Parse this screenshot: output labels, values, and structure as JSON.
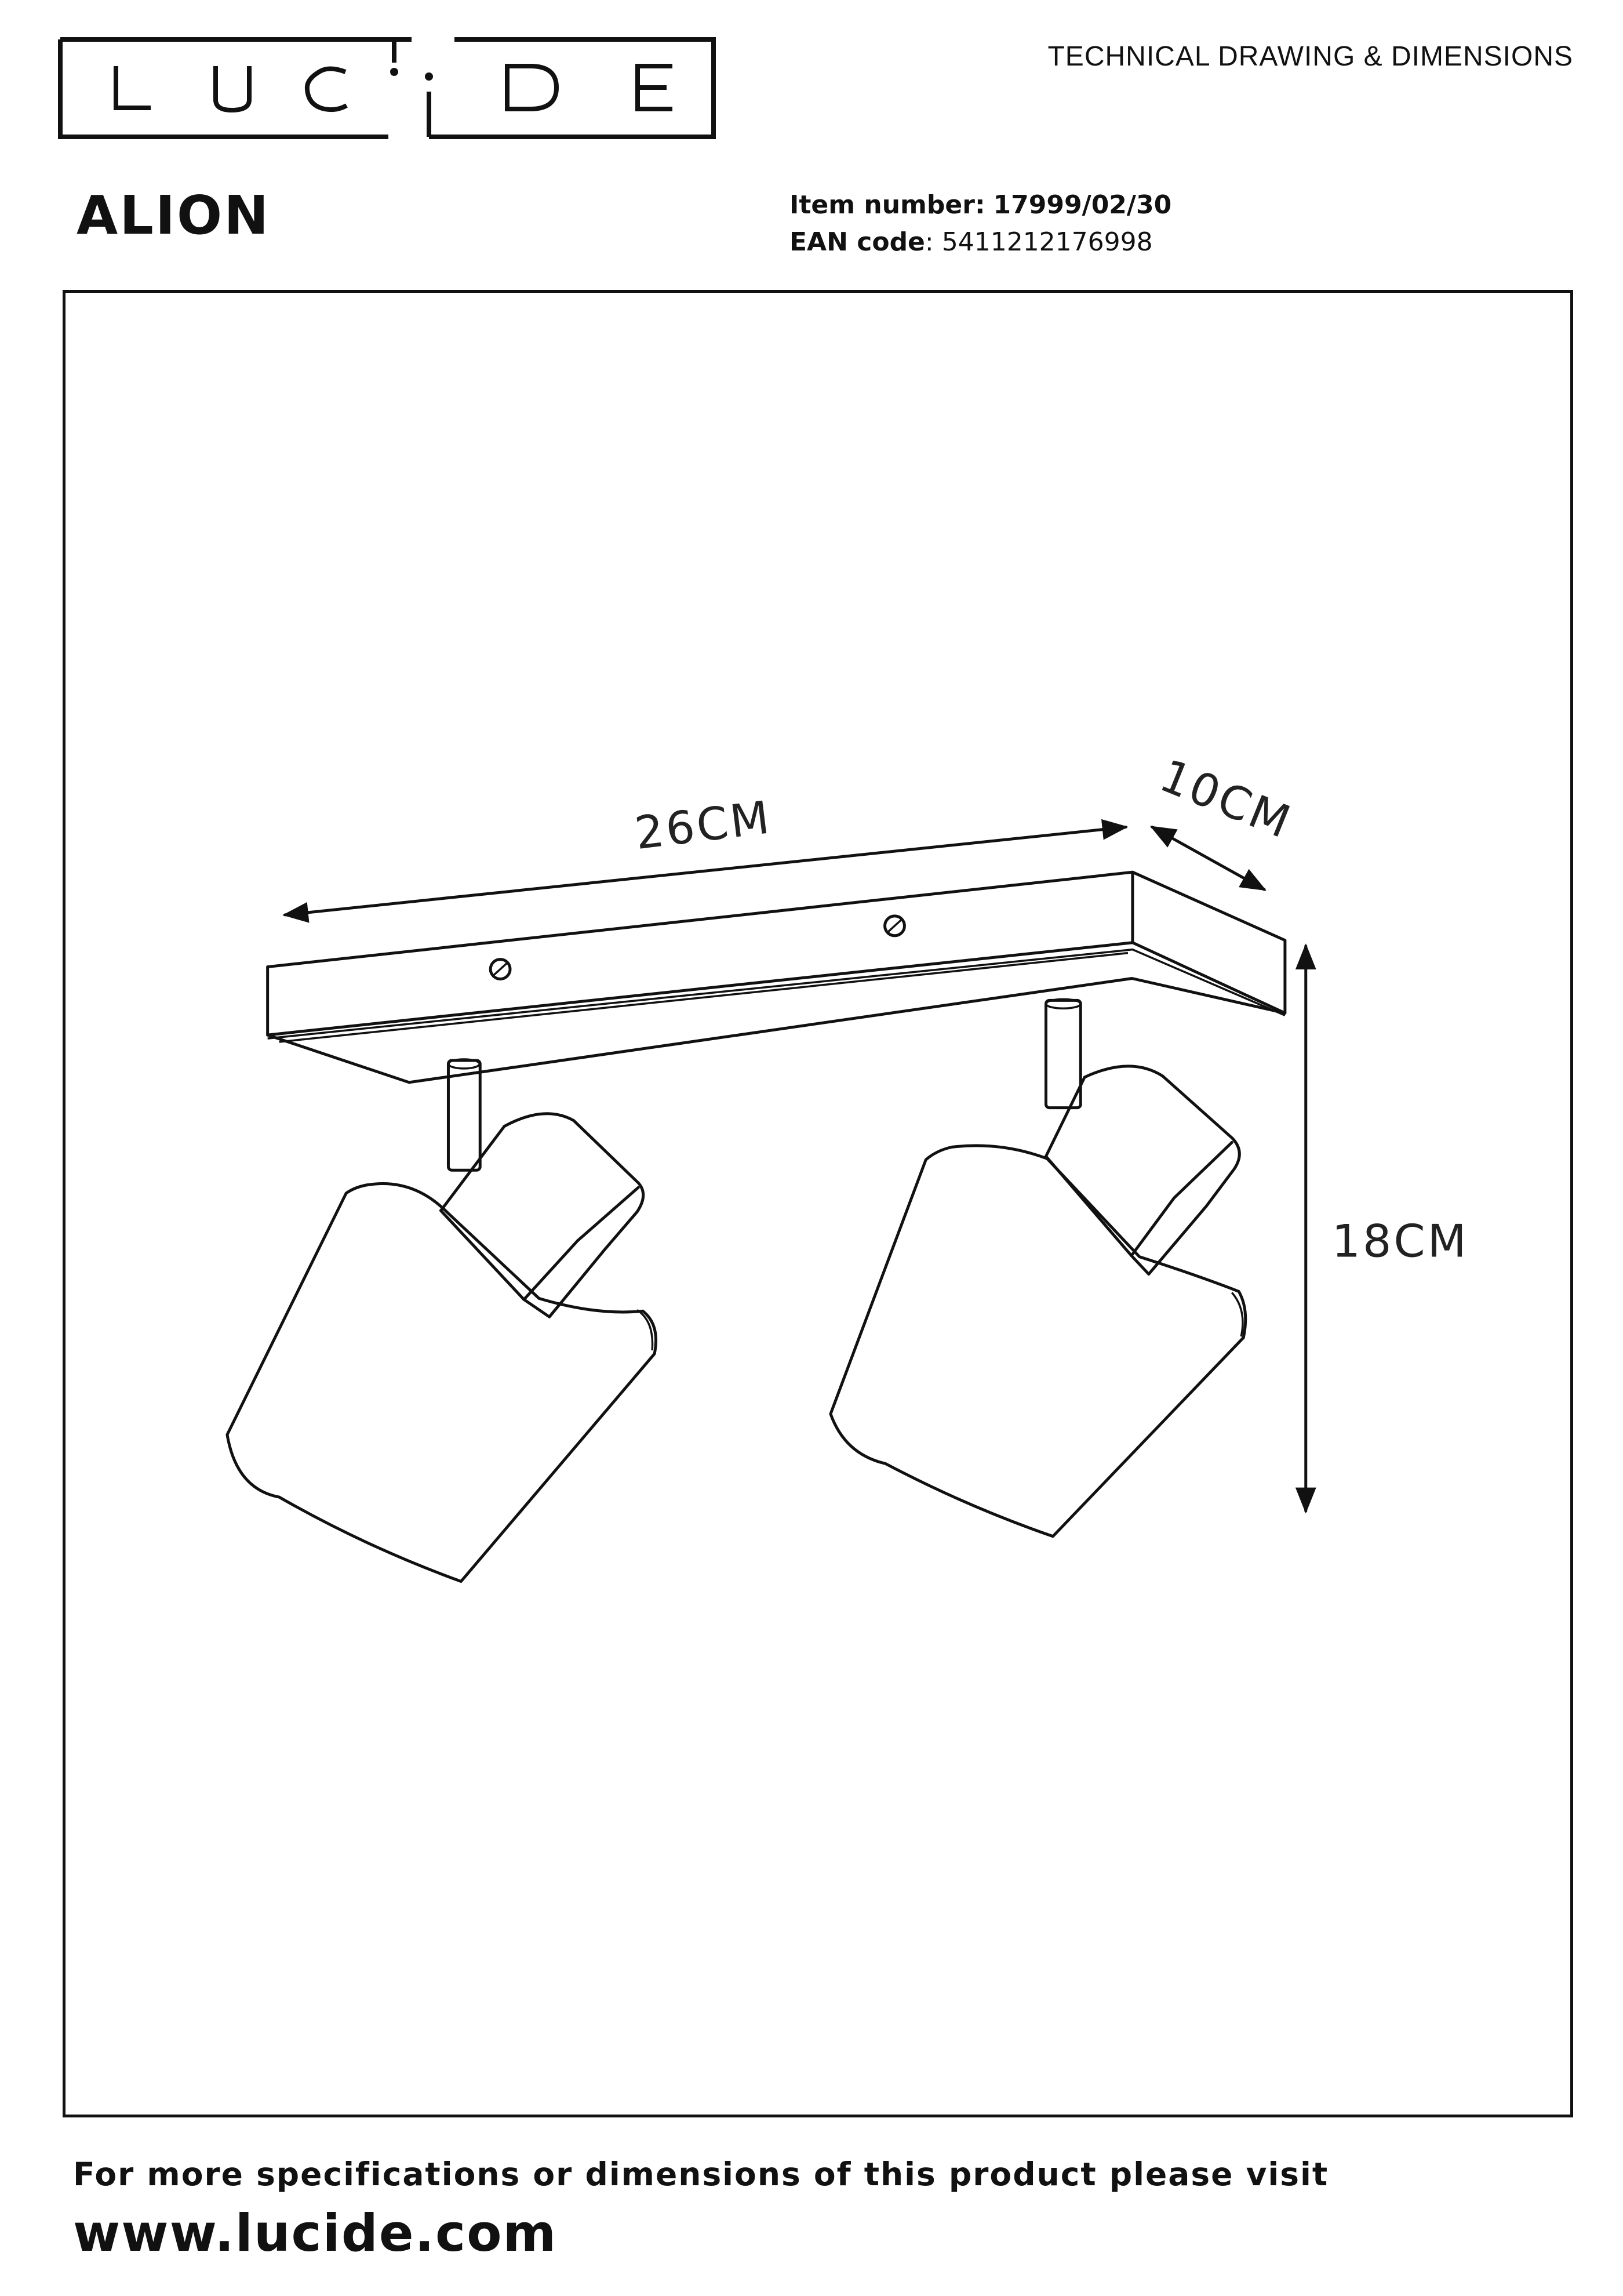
{
  "header": {
    "logo_text": "LUCIDE",
    "doc_type": "TECHNICAL DRAWING & DIMENSIONS"
  },
  "product": {
    "name": "ALION",
    "item_number_label": "Item number:",
    "item_number": "17999/02/30",
    "ean_label": "EAN code",
    "ean": ": 5411212176998"
  },
  "dimensions": {
    "length": "26CM",
    "depth": "10CM",
    "height": "18CM"
  },
  "footer": {
    "text": "For more specifications or dimensions of this product please visit",
    "url": "www.lucide.com"
  }
}
